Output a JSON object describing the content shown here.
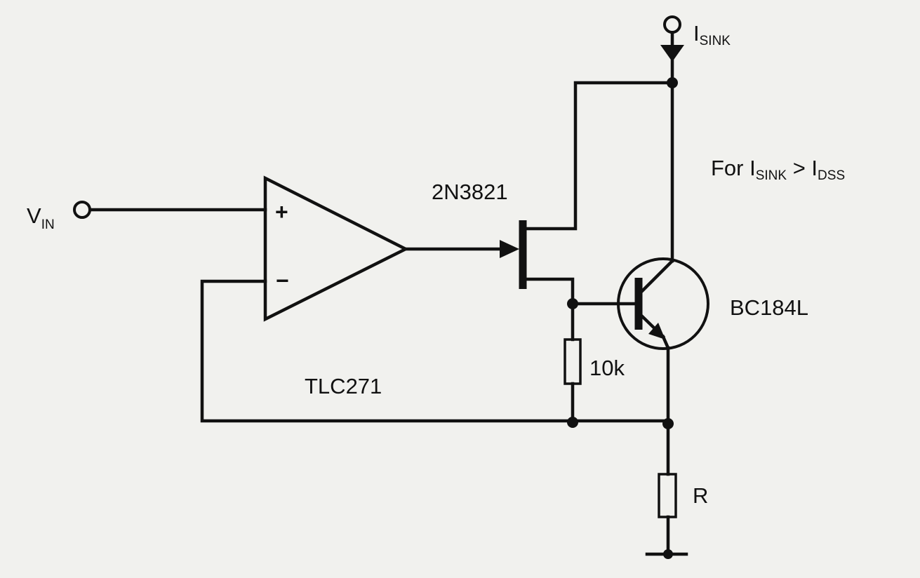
{
  "labels": {
    "vin_main": "V",
    "vin_sub": "IN",
    "isink_main": "I",
    "isink_sub": "SINK",
    "condition_prefix": "For I",
    "condition_sub1": "SINK",
    "condition_mid": " > I",
    "condition_sub2": "DSS",
    "opamp_plus": "+",
    "opamp_minus": "−",
    "opamp_part": "TLC271",
    "jfet_part": "2N3821",
    "bjt_part": "BC184L",
    "resistor_10k": "10k",
    "resistor_r": "R"
  }
}
